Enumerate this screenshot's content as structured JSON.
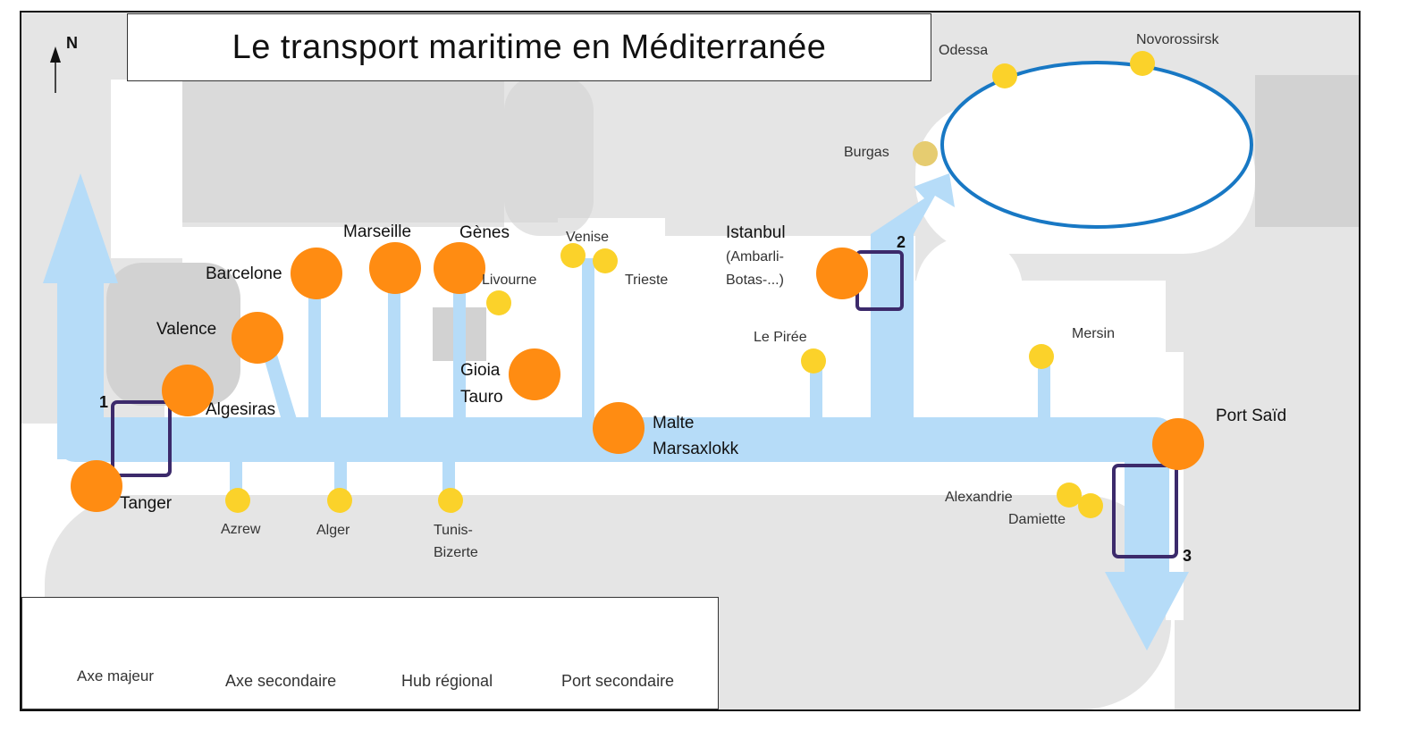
{
  "title": "Le transport maritime en Méditerranée",
  "north_label": "N",
  "colors": {
    "major_axis": "#b6dcf8",
    "secondary_axis": "#b6dcf8",
    "hub": "#ff8c12",
    "secondary_port": "#fbd22a",
    "black_sea_ring": "#1878c4",
    "zone_border": "#3c2a6b",
    "land": "#e5e5e5"
  },
  "hubs": {
    "tanger": "Tanger",
    "algesiras": "Algesiras",
    "valence": "Valence",
    "barcelone": "Barcelone",
    "marseille": "Marseille",
    "genes": "Gènes",
    "gioia_1": "Gioia",
    "gioia_2": "Tauro",
    "malte_1": "Malte",
    "malte_2": "Marsaxlokk",
    "istanbul_1": "Istanbul",
    "istanbul_2": "(Ambarli-",
    "istanbul_3": "Botas-...)",
    "port_said": "Port Saïd"
  },
  "ports": {
    "azrew": "Azrew",
    "alger": "Alger",
    "tunis_1": "Tunis-",
    "tunis_2": "Bizerte",
    "livourne": "Livourne",
    "venise": "Venise",
    "trieste": "Trieste",
    "le_piree": "Le Pirée",
    "mersin": "Mersin",
    "alexandrie": "Alexandrie",
    "damiette": "Damiette",
    "burgas": "Burgas",
    "odessa": "Odessa",
    "novorossirsk": "Novorossirsk"
  },
  "chokepoints": [
    "1",
    "2",
    "3"
  ],
  "legend": {
    "major": "Axe majeur",
    "secondary": "Axe secondaire",
    "hub": "Hub régional",
    "port": "Port secondaire"
  }
}
